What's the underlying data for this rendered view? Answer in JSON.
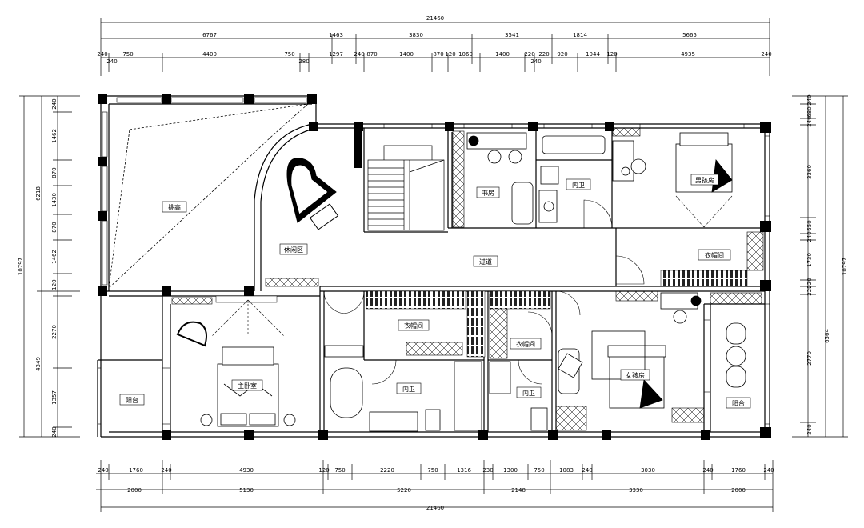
{
  "dimensions": {
    "top_total": "21460",
    "top_row1": [
      "6767",
      "1463",
      "3830",
      "3541",
      "1814",
      "5665"
    ],
    "top_row2": [
      "240",
      "240",
      "750",
      "4400",
      "750",
      "280",
      "1297",
      "240",
      "870",
      "1400",
      "870",
      "120",
      "1060",
      "1400",
      "220",
      "220",
      "920",
      "1044",
      "120",
      "4935",
      "240"
    ],
    "top_single": "240",
    "bottom_row1": [
      "240",
      "1760",
      "240",
      "4930",
      "120",
      "750",
      "2220",
      "750",
      "1316",
      "230",
      "1300",
      "750",
      "1083",
      "240",
      "3030",
      "240",
      "1760",
      "240"
    ],
    "bottom_row2": [
      "2000",
      "5130",
      "5220",
      "2148",
      "3330",
      "2000"
    ],
    "bottom_total": "21460",
    "left_total": "10797",
    "left_group1": "6218",
    "left_group2": "4349",
    "left_seg": [
      "240",
      "1462",
      "870",
      "1430",
      "870",
      "1462",
      "120",
      "2270",
      "1357",
      "240"
    ],
    "right_total": "10797",
    "right_group": "6564",
    "right_seg": [
      "240",
      "680",
      "240",
      "3360",
      "650",
      "240",
      "1730",
      "220",
      "220",
      "2770",
      "240"
    ]
  },
  "rooms": [
    {
      "key": "tiaogao",
      "label": "挑高"
    },
    {
      "key": "xiuxian",
      "label": "休闲区"
    },
    {
      "key": "shufang",
      "label": "书房"
    },
    {
      "key": "neiwei1",
      "label": "内卫"
    },
    {
      "key": "nanhai",
      "label": "男孩房"
    },
    {
      "key": "guodao",
      "label": "过道"
    },
    {
      "key": "yimao1",
      "label": "衣帽间"
    },
    {
      "key": "yimao2",
      "label": "衣帽间"
    },
    {
      "key": "yimao3",
      "label": "衣帽间"
    },
    {
      "key": "zhuwo",
      "label": "主卧室"
    },
    {
      "key": "yangtai1",
      "label": "阳台"
    },
    {
      "key": "neiwei2",
      "label": "内卫"
    },
    {
      "key": "neiwei3",
      "label": "内卫"
    },
    {
      "key": "nvhai",
      "label": "女孩房"
    },
    {
      "key": "yangtai2",
      "label": "阳台"
    }
  ]
}
